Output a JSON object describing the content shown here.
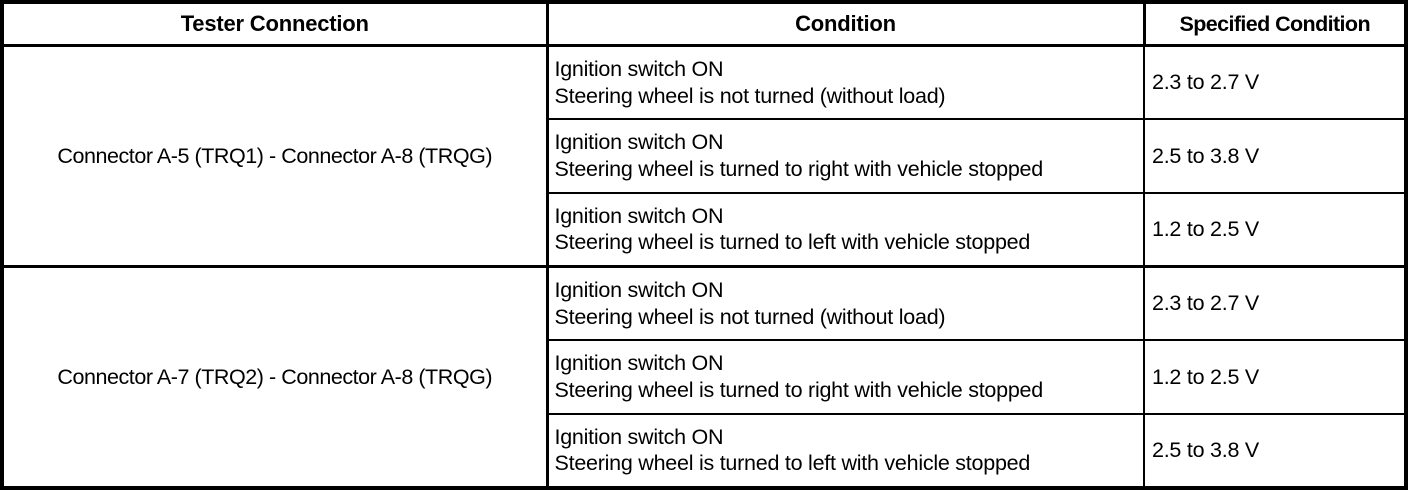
{
  "table": {
    "headers": {
      "tester_connection": "Tester Connection",
      "condition": "Condition",
      "specified_condition": "Specified Condition"
    },
    "groups": [
      {
        "tester_connection": "Connector A-5 (TRQ1) - Connector A-8 (TRQG)",
        "rows": [
          {
            "condition_line1": "Ignition switch ON",
            "condition_line2": "Steering wheel is not turned (without load)",
            "specified_condition": "2.3 to 2.7 V"
          },
          {
            "condition_line1": "Ignition switch ON",
            "condition_line2": "Steering wheel is turned to right with vehicle stopped",
            "specified_condition": "2.5 to 3.8 V"
          },
          {
            "condition_line1": "Ignition switch ON",
            "condition_line2": "Steering wheel is turned to left with vehicle stopped",
            "specified_condition": "1.2 to 2.5 V"
          }
        ]
      },
      {
        "tester_connection": "Connector A-7 (TRQ2) - Connector A-8 (TRQG)",
        "rows": [
          {
            "condition_line1": "Ignition switch ON",
            "condition_line2": "Steering wheel is not turned (without load)",
            "specified_condition": "2.3 to 2.7 V"
          },
          {
            "condition_line1": "Ignition switch ON",
            "condition_line2": "Steering wheel is turned to right with vehicle stopped",
            "specified_condition": "1.2 to 2.5 V"
          },
          {
            "condition_line1": "Ignition switch ON",
            "condition_line2": "Steering wheel is turned to left with vehicle stopped",
            "specified_condition": "2.5 to 3.8 V"
          }
        ]
      }
    ]
  },
  "colors": {
    "border": "#000000",
    "text": "#000000",
    "background": "#ffffff"
  }
}
